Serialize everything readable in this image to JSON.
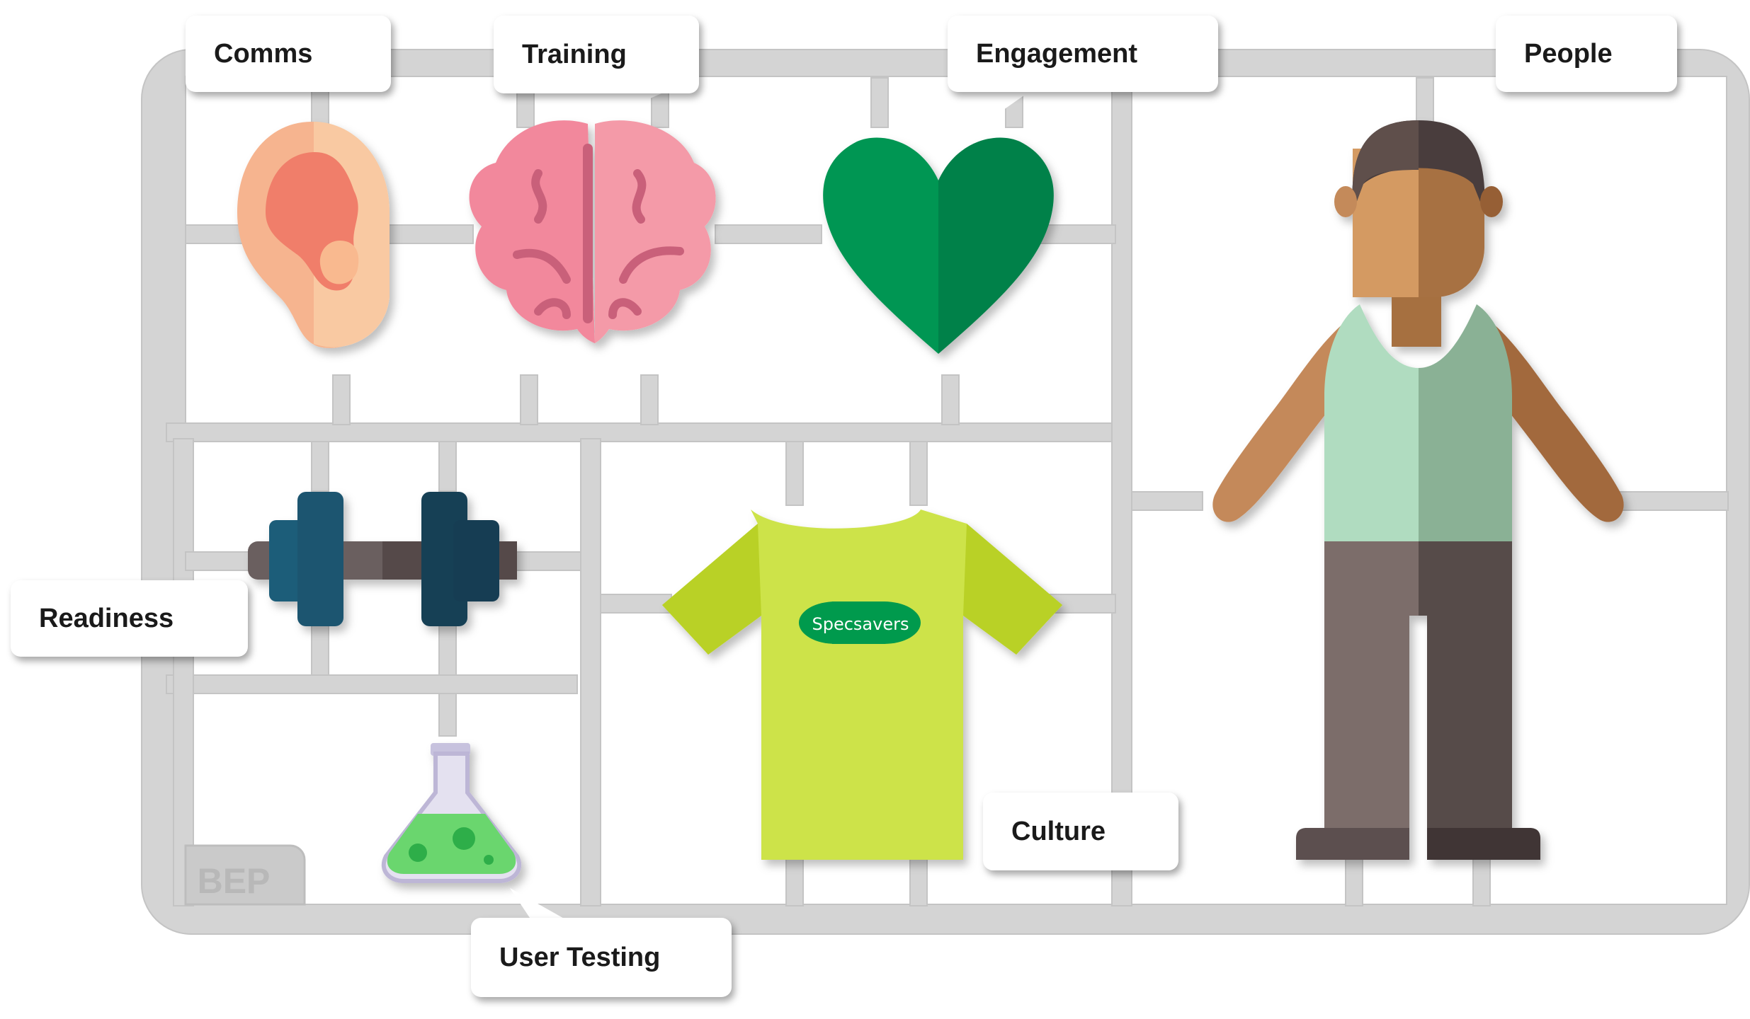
{
  "labels": {
    "comms": "Comms",
    "training": "Training",
    "engagement": "Engagement",
    "people": "People",
    "readiness": "Readiness",
    "culture": "Culture",
    "user_testing": "User Testing"
  },
  "tshirt_logo": "Specsavers",
  "sprue_stamp": "BEP",
  "colors": {
    "sprue": "#d3d3d3",
    "heart": "#00904a",
    "tshirt": "#c6dc3a",
    "logo": "#009a4e"
  },
  "icons": [
    "ear-icon",
    "brain-icon",
    "heart-icon",
    "dumbbell-icon",
    "tshirt-icon",
    "flask-icon",
    "person-icon"
  ]
}
